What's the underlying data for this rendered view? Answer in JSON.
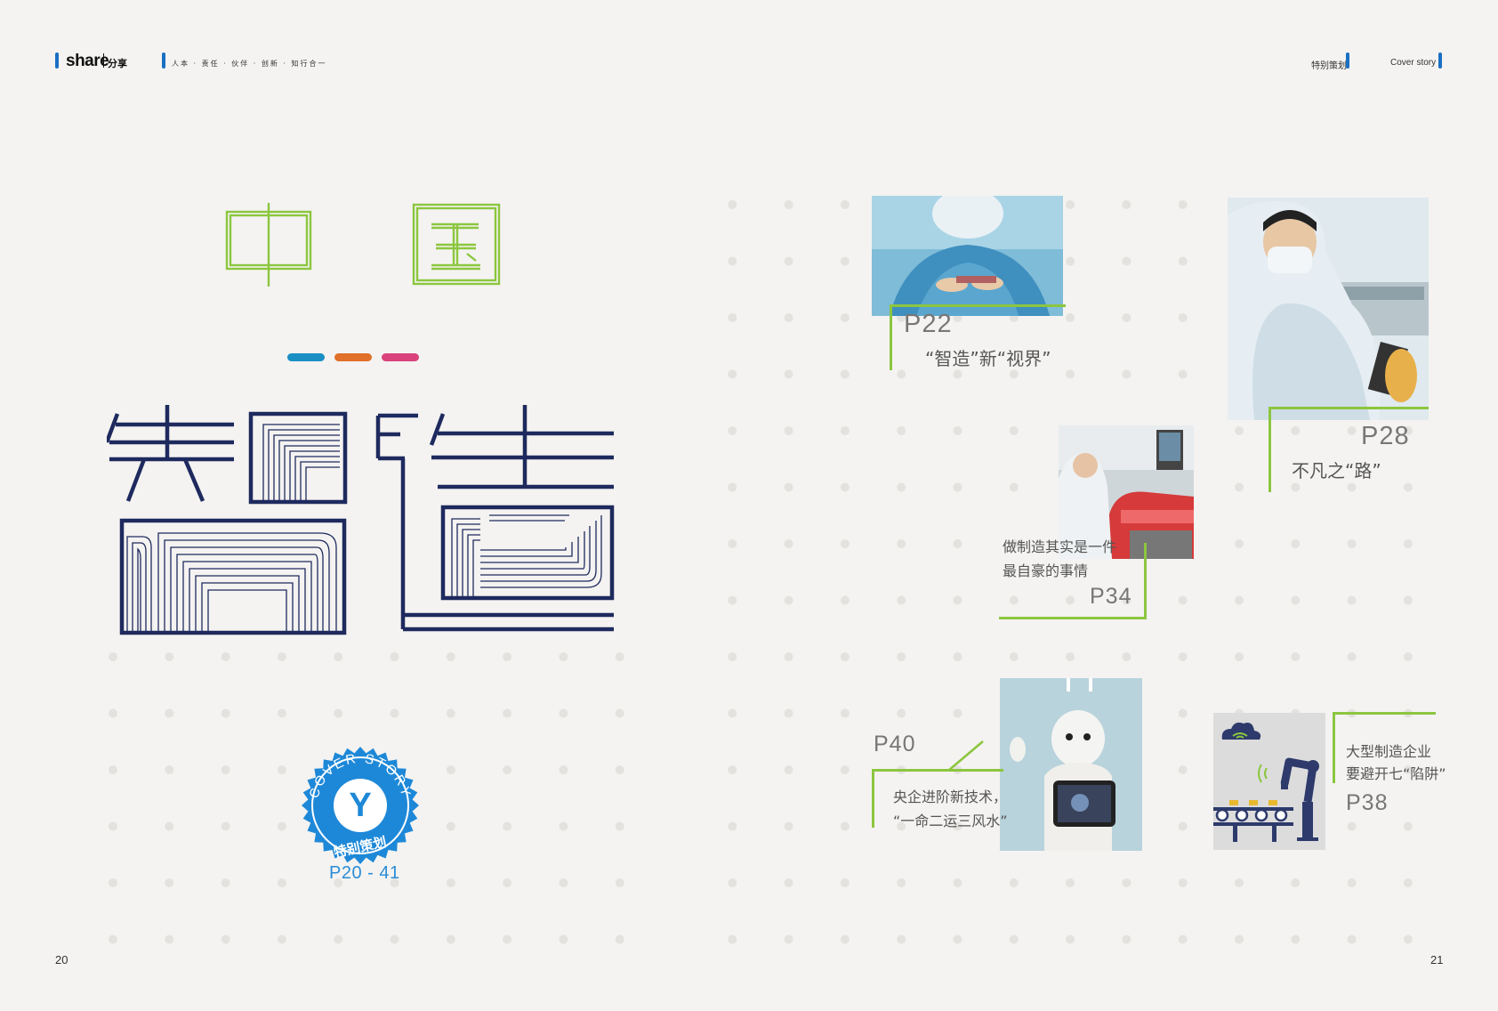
{
  "header": {
    "brand": "share",
    "brand_cn": "分享",
    "motto": "人本 · 责任 · 伙伴 · 创新 · 知行合一",
    "section_cn": "特别策划",
    "section_en": "Cover story"
  },
  "title": {
    "line1": "中国",
    "line2": "制造",
    "dash_colors": [
      "#1a8fc4",
      "#e0702a",
      "#d9427a"
    ]
  },
  "badge": {
    "ring_text": "COVER STORY",
    "center": "Y",
    "cn": "特别策划",
    "pages": "P20 - 41"
  },
  "articles": [
    {
      "id": "p22",
      "page": "P22",
      "caption": "“智造”新“视界”"
    },
    {
      "id": "p28",
      "page": "P28",
      "caption": "不凡之“路”"
    },
    {
      "id": "p34",
      "page": "P34",
      "caption_line1": "做制造其实是一件",
      "caption_line2": "最自豪的事情"
    },
    {
      "id": "p40",
      "page": "P40",
      "caption_line1": "央企进阶新技术，",
      "caption_line2": "“一命二运三风水”"
    },
    {
      "id": "p38",
      "page": "P38",
      "caption_line1": "大型制造企业",
      "caption_line2": "要避开七“陷阱”"
    }
  ],
  "page_numbers": {
    "left": "20",
    "right": "21"
  },
  "colors": {
    "accent_blue": "#1a6fc4",
    "green": "#8cc63f",
    "navy": "#1e2a5e",
    "badge_blue": "#1e88d8"
  }
}
